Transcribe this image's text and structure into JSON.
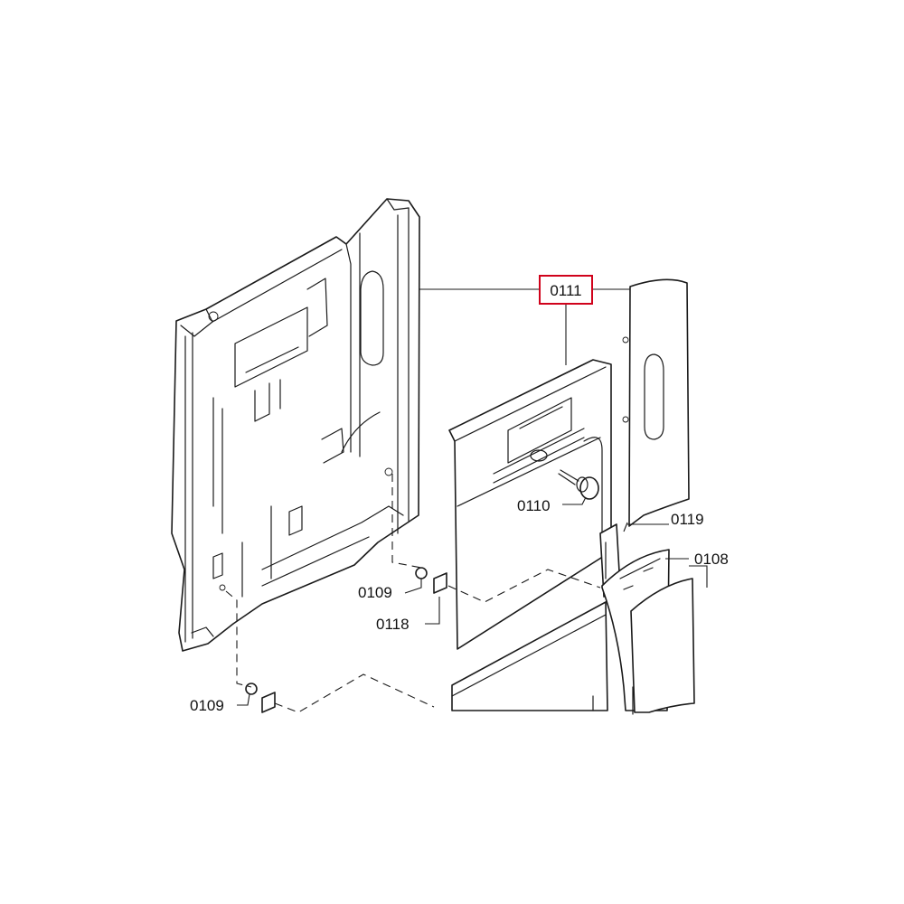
{
  "labels": {
    "l0111": "0111",
    "l0110": "0110",
    "l0119": "0119",
    "l0108": "0108",
    "l0109a": "0109",
    "l0118": "0118",
    "l0109b": "0109"
  },
  "colors": {
    "highlight": "#d0021b",
    "line": "#1a1a1a"
  }
}
